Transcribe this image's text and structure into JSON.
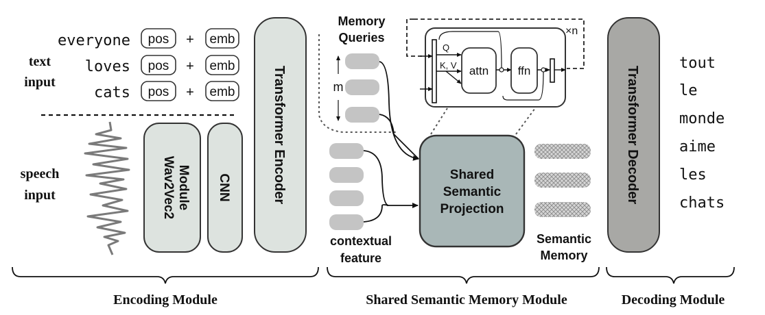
{
  "text_input": {
    "label_line1": "text",
    "label_line2": "input",
    "words": [
      "everyone",
      "loves",
      "cats"
    ],
    "pos_label": "pos",
    "plus": "+",
    "emb_label": "emb"
  },
  "speech_input": {
    "label_line1": "speech",
    "label_line2": "input"
  },
  "encoder": {
    "wav2vec_line1": "Wav2Vec2",
    "wav2vec_line2": "Module",
    "cnn": "CNN",
    "transformer_encoder": "Transformer Encoder"
  },
  "memory": {
    "queries_line1": "Memory",
    "queries_line2": "Queries",
    "m_label": "m",
    "contextual_line1": "contextual",
    "contextual_line2": "feature",
    "projection_line1": "Shared",
    "projection_line2": "Semantic",
    "projection_line3": "Projection",
    "semantic_line1": "Semantic",
    "semantic_line2": "Memory",
    "inset": {
      "repeat": "×n",
      "q": "Q",
      "kv": "K, V",
      "attn": "attn",
      "ffn": "ffn"
    }
  },
  "decoder": {
    "label": "Transformer Decoder",
    "output_words": [
      "tout",
      "le",
      "monde",
      "aime",
      "les",
      "chats"
    ]
  },
  "modules": {
    "encoding": "Encoding Module",
    "shared_memory": "Shared Semantic Memory Module",
    "decoding": "Decoding Module"
  },
  "colors": {
    "encoder_fill": "#dde3df",
    "projection_fill": "#a9b7b7",
    "decoder_fill": "#a8a8a5",
    "query_fill": "#c4c4c4",
    "stroke": "#333333"
  }
}
